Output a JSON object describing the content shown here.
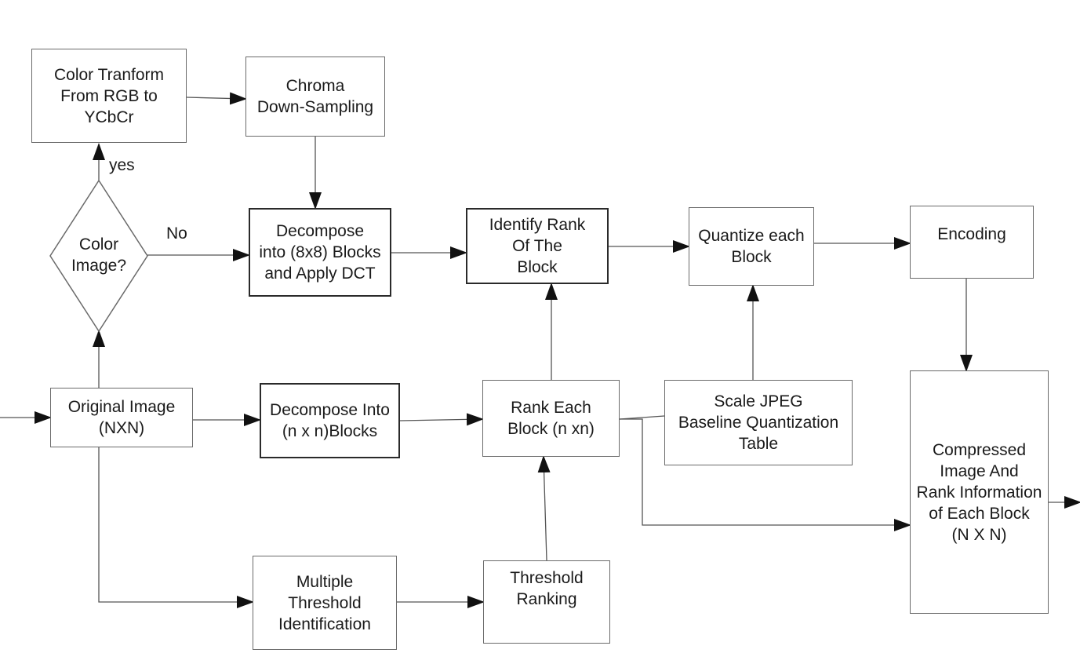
{
  "nodes": {
    "color_transform": [
      "Color Tranform",
      "From RGB to",
      "YCbCr"
    ],
    "chroma": [
      "Chroma",
      "Down-Sampling"
    ],
    "color_decision": [
      "Color",
      "Image?"
    ],
    "decompose_8x8": [
      "Decompose",
      "into (8x8) Blocks",
      "and  Apply DCT"
    ],
    "identify_rank": [
      "Identify Rank",
      "Of The",
      "Block"
    ],
    "quantize": [
      "Quantize each",
      "Block"
    ],
    "encoding": [
      "Encoding"
    ],
    "original": [
      "Original Image",
      "(NXN)"
    ],
    "decompose_nxn": [
      "Decompose Into",
      "(n x n)Blocks"
    ],
    "rank_each": [
      "Rank Each",
      "Block (n xn)"
    ],
    "scale_jpeg": [
      "Scale JPEG",
      "Baseline Quantization",
      "Table"
    ],
    "compressed": [
      "Compressed",
      "Image And",
      "Rank Information",
      "of Each Block",
      "(N X N)"
    ],
    "multiple_threshold": [
      "Multiple",
      "Threshold",
      "Identification"
    ],
    "threshold_ranking": [
      "Threshold",
      "Ranking"
    ]
  },
  "edge_labels": {
    "yes": "yes",
    "no": "No"
  },
  "colors": {
    "line": "#555555",
    "arrow": "#111111",
    "text": "#1a1a1a"
  }
}
